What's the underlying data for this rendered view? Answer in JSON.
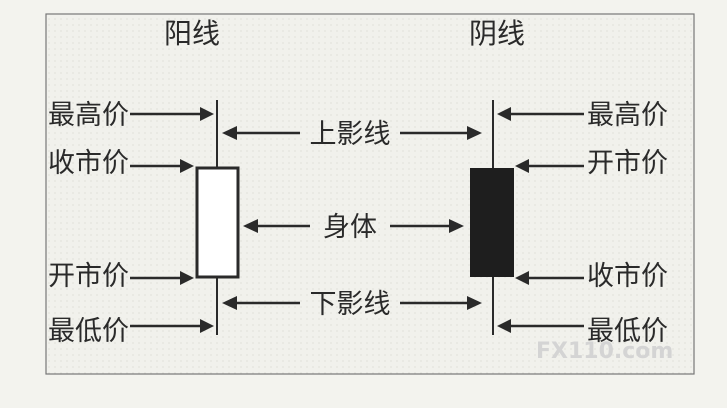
{
  "titles": {
    "yang": "阳线",
    "yin": "阴线"
  },
  "yang_labels": {
    "high": "最高价",
    "close": "收市价",
    "open": "开市价",
    "low": "最低价"
  },
  "yin_labels": {
    "high": "最高价",
    "open": "开市价",
    "close": "收市价",
    "low": "最低价"
  },
  "center_labels": {
    "upper_shadow": "上影线",
    "body": "身体",
    "lower_shadow": "下影线"
  },
  "watermark": "FX110.com",
  "colors": {
    "ink": "#2a2a2a",
    "background": "#f3f3ee",
    "yin_body": "#1e1e1e",
    "yang_body": "#ffffff"
  }
}
